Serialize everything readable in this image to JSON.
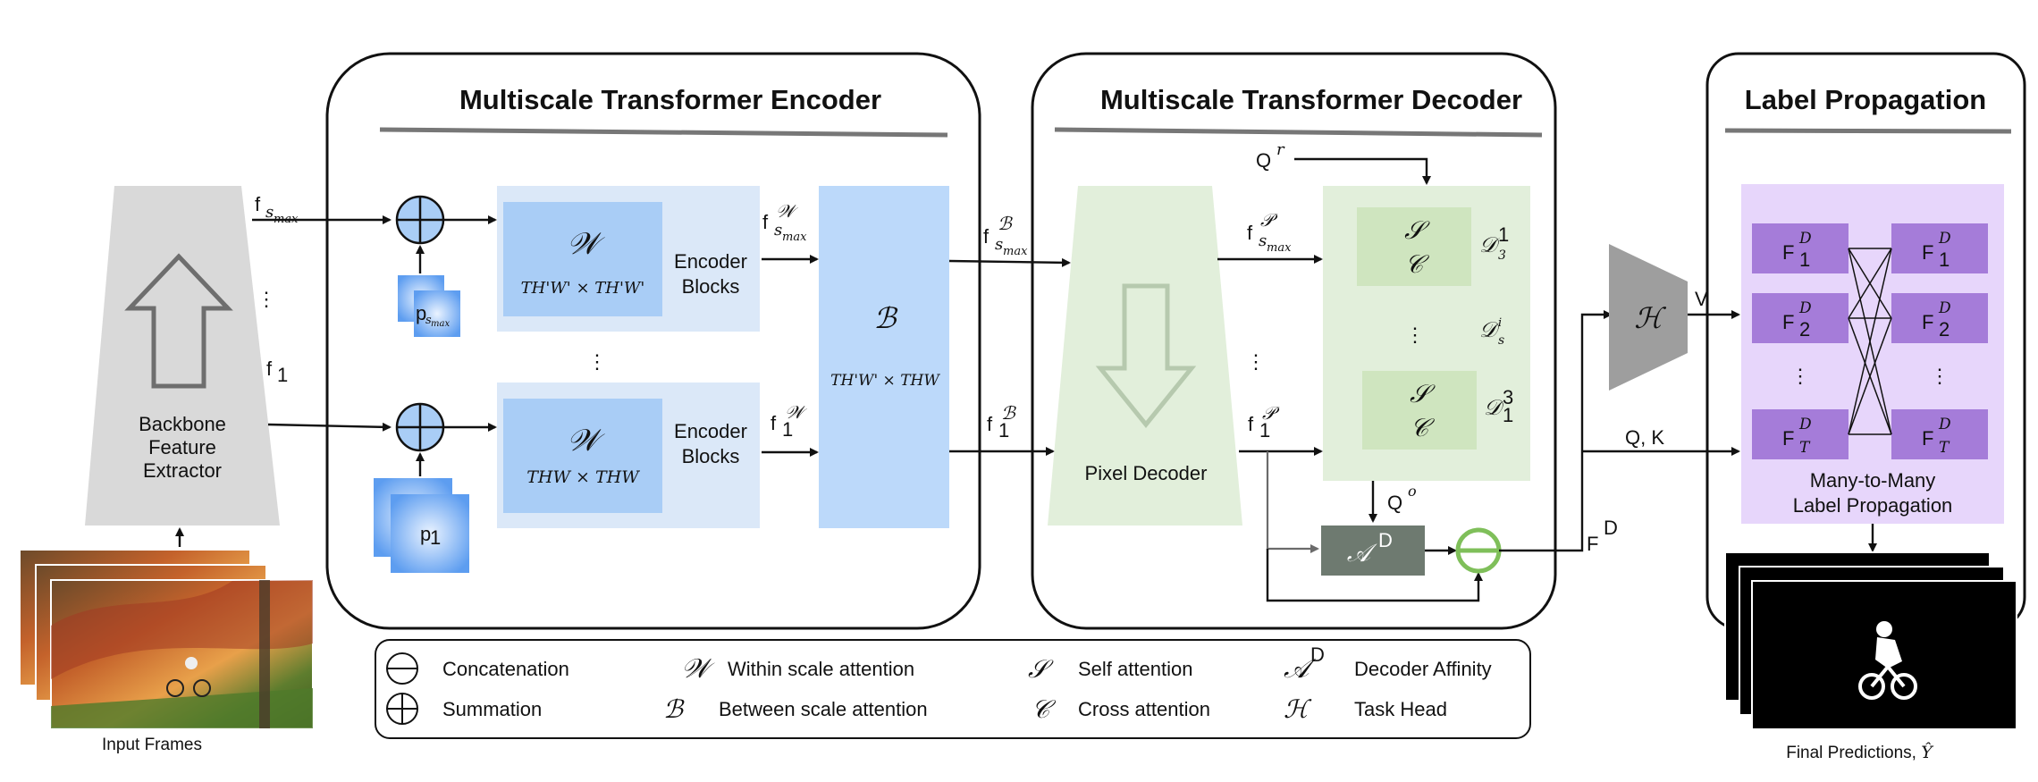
{
  "encoder": {
    "title": "Multiscale Transformer Encoder",
    "encoder_blocks": "Encoder\nBlocks",
    "w_symbol": "𝒲",
    "w_top_dims": "TH'W' × TH'W'",
    "w_bottom_dims": "THW × THW",
    "b_symbol": "ℬ",
    "b_dims": "TH'W' × THW",
    "pos_top": "p",
    "pos_top_sub": "s",
    "pos_top_subsub": "max",
    "pos_bottom": "p",
    "pos_bottom_sub": "1",
    "vdots": "⋮"
  },
  "decoder": {
    "title": "Multiscale Transformer Decoder",
    "pixel_decoder": "Pixel Decoder",
    "s_symbol": "𝒮",
    "c_symbol": "𝒞",
    "d_top": "𝒟",
    "d_top_sup": "1",
    "d_top_sub": "3",
    "d_mid": "𝒟",
    "d_mid_sup": "i",
    "d_mid_sub": "s",
    "d_bot": "𝒟",
    "d_bot_sup": "3",
    "d_bot_sub": "1",
    "qr": "Q",
    "qr_sup": "r",
    "qo": "Q",
    "qo_sup": "o",
    "affinity": "𝒜",
    "affinity_sup": "D",
    "fd": "F",
    "fd_sup": "D",
    "vdots": "⋮"
  },
  "propagation": {
    "title": "Label Propagation",
    "caption_line1": "Many-to-Many",
    "caption_line2": "Label Propagation",
    "left_cells": [
      {
        "base": "F",
        "sup": "D",
        "sub": "1"
      },
      {
        "base": "F",
        "sup": "D",
        "sub": "2"
      },
      {
        "base": "F",
        "sup": "D",
        "sub": "T"
      }
    ],
    "right_cells": [
      {
        "base": "F",
        "sup": "D",
        "sub": "1"
      },
      {
        "base": "F",
        "sup": "D",
        "sub": "2"
      },
      {
        "base": "F",
        "sup": "D",
        "sub": "T"
      }
    ],
    "task_head": "ℋ",
    "v_label": "V",
    "qk_label": "Q, K",
    "final_predictions": "Final Predictions, ",
    "y_hat": "Ŷ",
    "vdots": "⋮"
  },
  "backbone": {
    "label_line1": "Backbone",
    "label_line2": "Feature",
    "label_line3": "Extractor",
    "input_frames": "Input Frames",
    "f_smax": "f",
    "f_smax_sub": "s",
    "f_smax_subsub": "max",
    "f_1": "f",
    "f_1_sub": "1",
    "vdots": "⋮"
  },
  "features": {
    "fw_smax_sup": "𝒲",
    "fw_1_sup": "𝒲",
    "fb_smax_sup": "ℬ",
    "fb_1_sup": "ℬ",
    "fp_smax_sup": "𝒫",
    "fp_1_sup": "𝒫",
    "f": "f",
    "sub_s": "s",
    "sub_max": "max",
    "sub_1": "1"
  },
  "legend": {
    "items": [
      {
        "symbol": "⊖",
        "label": "Concatenation"
      },
      {
        "symbol": "⊕",
        "label": "Summation"
      },
      {
        "symbol": "𝒲",
        "label": "Within scale attention"
      },
      {
        "symbol": "ℬ",
        "label": "Between scale attention"
      },
      {
        "symbol": "𝒮",
        "label": "Self attention"
      },
      {
        "symbol": "𝒞",
        "label": "Cross attention"
      },
      {
        "symbol": "𝒜",
        "sup": "D",
        "label": "Decoder Affinity"
      },
      {
        "symbol": "ℋ",
        "label": "Task Head"
      }
    ]
  },
  "colors": {
    "encoder_light": "#dbe8f8",
    "encoder_mid": "#a9cdf6",
    "between": "#bcd9fa",
    "decoder_light": "#e2efdb",
    "decoder_inner": "#cfe5bf",
    "affinity": "#6e7a70",
    "concat_ring": "#7fbf5a",
    "prop_bg": "#e7d6fb",
    "prop_cell": "#a57cd9",
    "backbone": "#d9d9d9",
    "task_head": "#9e9e9e"
  }
}
